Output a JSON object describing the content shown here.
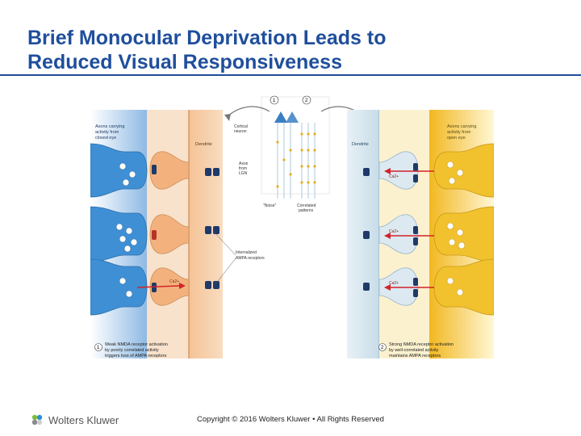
{
  "slide": {
    "title_line1": "Brief Monocular Deprivation Leads to",
    "title_line2": "Reduced Visual Responsiveness",
    "footer": "Copyright © 2016 Wolters Kluwer • All Rights Reserved",
    "logo_text": "Wolters Kluwer"
  },
  "figure": {
    "labels": {
      "axons_closed": [
        "Axons carrying",
        "activity from",
        "closed eye"
      ],
      "axons_open": [
        "Axons carrying",
        "activity from",
        "open eye"
      ],
      "dendrite_left": "Dendrite",
      "dendrite_right": "Dendrite",
      "cortical_neuron": [
        "Cortical",
        "neuron"
      ],
      "axon_lgn": [
        "Axon",
        "from",
        "LGN"
      ],
      "noise": "\"Noise\"",
      "correlated": [
        "Correlated",
        "patterns"
      ],
      "internalized": [
        "Internalized",
        "AMPA receptors"
      ],
      "ca_left": "Ca2+",
      "ca_right": [
        "Ca2+",
        "Ca2+",
        "Ca2+"
      ],
      "num1": "1",
      "num2": "2",
      "caption_left": [
        "Weak NMDA receptor activation",
        "by poorly correlated activity",
        "triggers loss of AMPA receptors"
      ],
      "caption_right": [
        "Strong NMDA receptor activation",
        "by well-correlated activity",
        "maintains AMPA receptors"
      ]
    },
    "colors": {
      "closed_eye_blue": "#4a90d4",
      "open_eye_yellow": "#f2c230",
      "dendrite_orange": "#f3c9a2",
      "dendrite_blue": "#cfe3ee",
      "calcium_red": "#d2232a",
      "title_blue": "#1f4e9c"
    }
  }
}
